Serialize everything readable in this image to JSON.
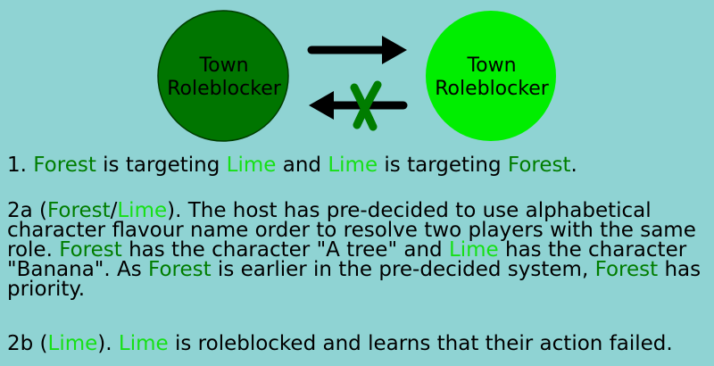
{
  "diagram": {
    "nodes": [
      {
        "id": "forest",
        "line1": "Town",
        "line2": "Roleblocker",
        "color": "#007500"
      },
      {
        "id": "lime",
        "line1": "Town",
        "line2": "Roleblocker",
        "color": "#00ee00"
      }
    ],
    "edges": [
      {
        "from": "forest",
        "to": "lime",
        "status": "success"
      },
      {
        "from": "lime",
        "to": "forest",
        "status": "failed",
        "mark_color": "#007d00"
      }
    ]
  },
  "colors": {
    "background": "#8fd3d3",
    "forest": "#007d00",
    "lime": "#16e016"
  },
  "names": {
    "forest": "Forest",
    "lime": "Lime"
  },
  "p1": {
    "num": "1.",
    "t1": " is targeting ",
    "t2": " and ",
    "t3": " is targeting ",
    "t4": "."
  },
  "p2a": {
    "start": "2a (",
    "slash": "/",
    "t1": "). The host has pre-decided to use alphabetical character flavour name order to resolve two players with the same role. ",
    "t2": " has the character \"A tree\" and ",
    "t3": " has the character \"Banana\". As ",
    "t4": " is earlier in the pre-decided system, ",
    "t5": " has priority."
  },
  "p2b": {
    "start": "2b (",
    "t1": "). ",
    "t2": " is roleblocked and learns that their action failed."
  }
}
